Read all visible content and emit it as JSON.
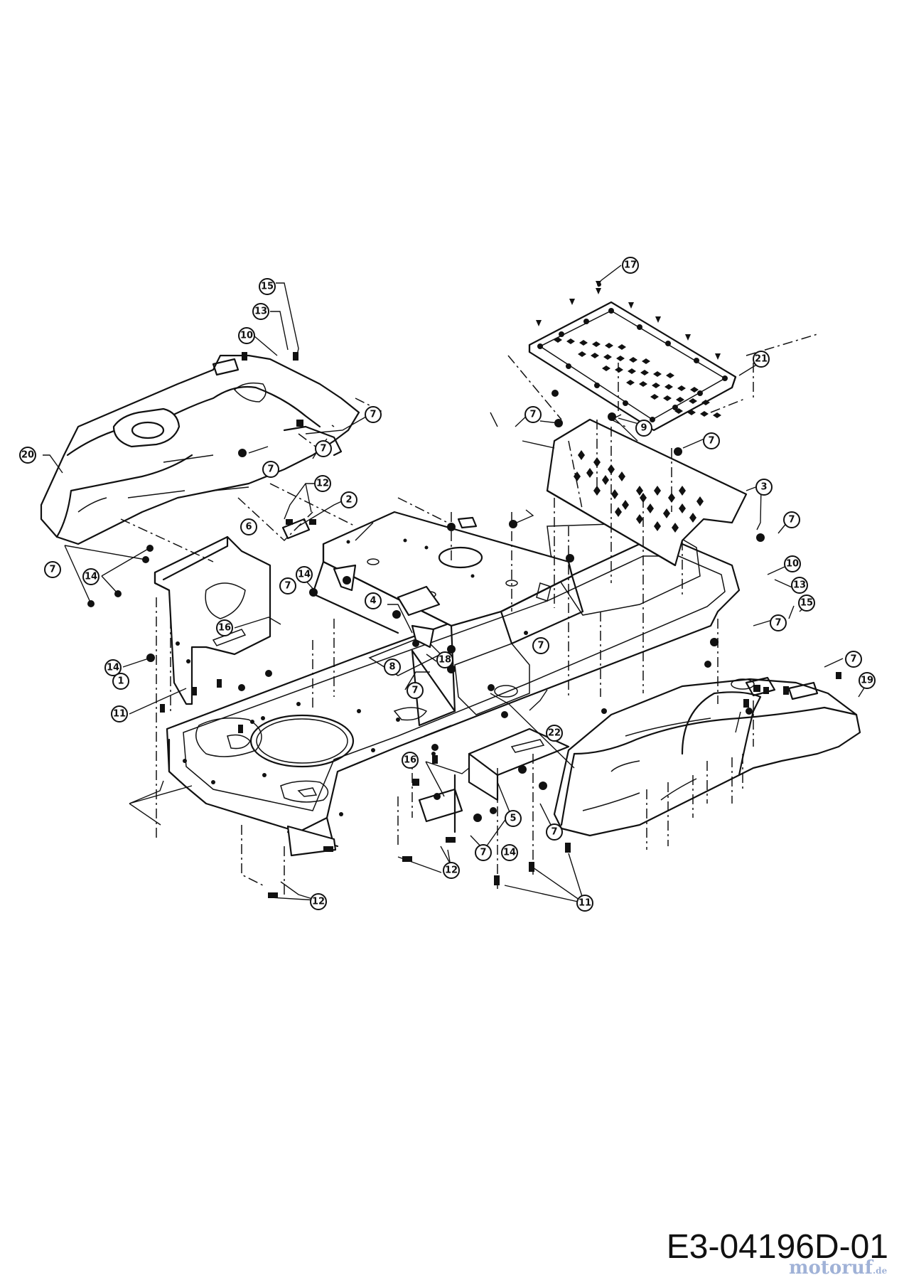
{
  "document": {
    "drawing_code": "E3-04196D-01",
    "watermark": {
      "brand": "motoruf",
      "tld": ".de"
    }
  },
  "callouts": {
    "c1": "1",
    "c2": "2",
    "c3": "3",
    "c4": "4",
    "c5": "5",
    "c6": "6",
    "c7": "7",
    "c8": "8",
    "c9": "9",
    "c10": "10",
    "c11": "11",
    "c12": "12",
    "c13": "13",
    "c14": "14",
    "c15": "15",
    "c16": "16",
    "c17": "17",
    "c18": "18",
    "c19": "19",
    "c20": "20",
    "c21": "21",
    "c22": "22"
  }
}
